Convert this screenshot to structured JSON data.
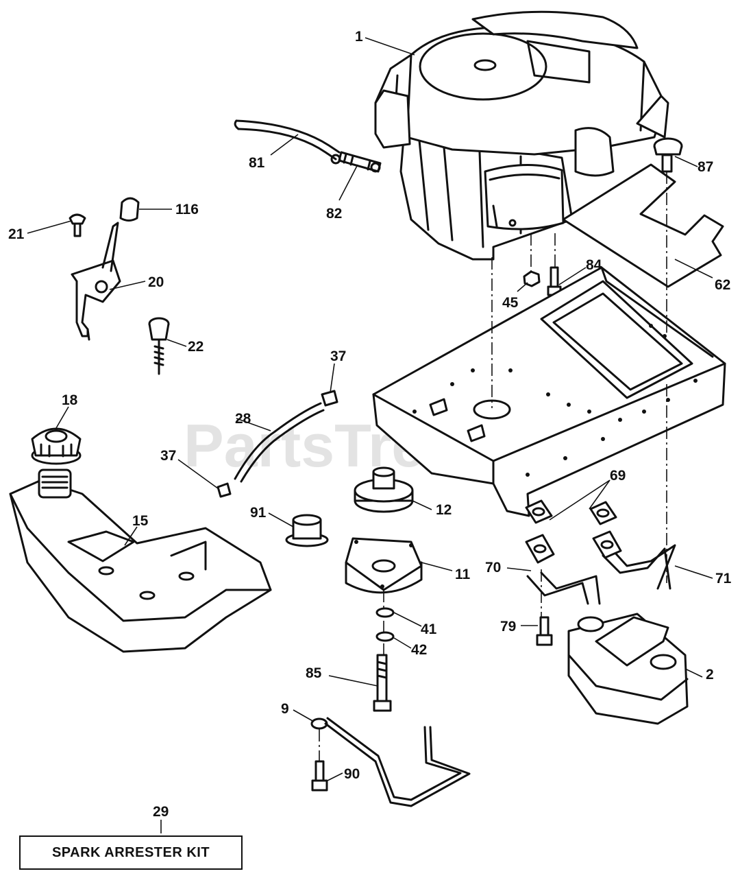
{
  "watermark": {
    "text": "PartsTree",
    "trademark": "™"
  },
  "callouts": {
    "c1": "1",
    "c2": "2",
    "c9": "9",
    "c11": "11",
    "c12": "12",
    "c15": "15",
    "c18": "18",
    "c20": "20",
    "c21": "21",
    "c22": "22",
    "c28": "28",
    "c29": "29",
    "c37a": "37",
    "c37b": "37",
    "c41": "41",
    "c42": "42",
    "c45": "45",
    "c62": "62",
    "c69": "69",
    "c70": "70",
    "c71": "71",
    "c79": "79",
    "c81": "81",
    "c82": "82",
    "c84": "84",
    "c85": "85",
    "c87": "87",
    "c90": "90",
    "c91": "91",
    "c116": "116"
  },
  "kit_label": "SPARK ARRESTER KIT"
}
